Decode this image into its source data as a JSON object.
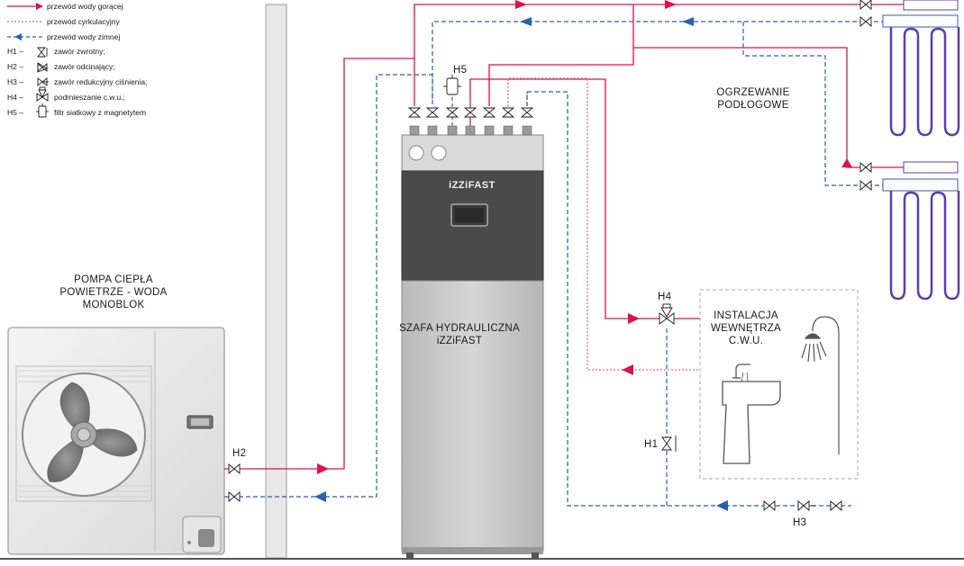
{
  "legend": {
    "hot_label": "przewód wody gorącej",
    "circ_label": "przewód cyrkulacyjny",
    "cold_label": "przewód wody zimnej",
    "items": [
      {
        "code": "H1 –",
        "text": "zawór zwrotny;"
      },
      {
        "code": "H2 –",
        "text": "zawór odcinający;"
      },
      {
        "code": "H3 –",
        "text": "zawór redukcyjny ciśnienia;"
      },
      {
        "code": "H4 –",
        "text": "podmieszanie c.w.u.;"
      },
      {
        "code": "H5 –",
        "text": "filtr siatkowy z magnetytem"
      }
    ]
  },
  "heat_pump": {
    "lines": [
      "POMPA CIEPŁA",
      "POWIETRZE - WODA",
      "MONOBLOK"
    ]
  },
  "cabinet": {
    "brand": "iZZiFAST",
    "lines": [
      "SZAFA HYDRAULICZNA",
      "iZZiFAST"
    ]
  },
  "floor_heating": {
    "lines": [
      "OGRZEWANIE",
      "PODŁOGOWE"
    ]
  },
  "dhw": {
    "lines": [
      "INSTALACJA",
      "WEWNĘTRZA",
      "C.W.U."
    ]
  },
  "valve_labels": {
    "h1": "H1",
    "h2": "H2",
    "h3": "H3",
    "h4": "H4",
    "h5": "H5"
  },
  "colors": {
    "hot": "#e0104a",
    "circ": "#e8638a",
    "cold": "#2a62b0",
    "floor_loop": "#5a3fa8",
    "cabinet_top": "#4a4a4a",
    "cabinet_body": "#c9c9c9"
  }
}
